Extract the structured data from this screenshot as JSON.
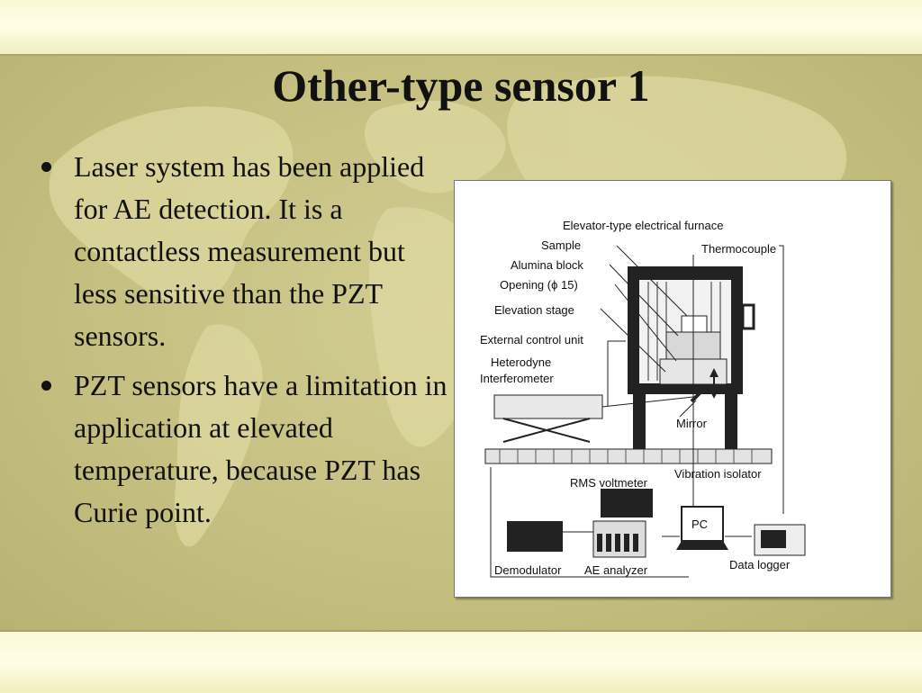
{
  "slide": {
    "title": "Other-type sensor 1",
    "bullets": [
      "Laser system has been applied for AE detection. It is a contactless measurement but less sensitive than the PZT sensors.",
      "PZT sensors have a limitation in application at elevated temperature, because PZT has Curie point."
    ]
  },
  "figure": {
    "labels": {
      "furnace": "Elevator-type electrical furnace",
      "sample": "Sample",
      "thermocouple": "Thermocouple",
      "alumina": "Alumina block",
      "opening": "Opening (ϕ 15)",
      "elevation": "Elevation stage",
      "control": "External control unit",
      "heterodyne": "Heterodyne",
      "interferometer": "Interferometer",
      "mirror": "Mirror",
      "rms": "RMS voltmeter",
      "vibration": "Vibration isolator",
      "pc": "PC",
      "demodulator": "Demodulator",
      "ae_analyzer": "AE analyzer",
      "data_logger": "Data logger"
    }
  },
  "colors": {
    "background": "#c8c384",
    "band": "#fffde6",
    "text": "#111111"
  }
}
